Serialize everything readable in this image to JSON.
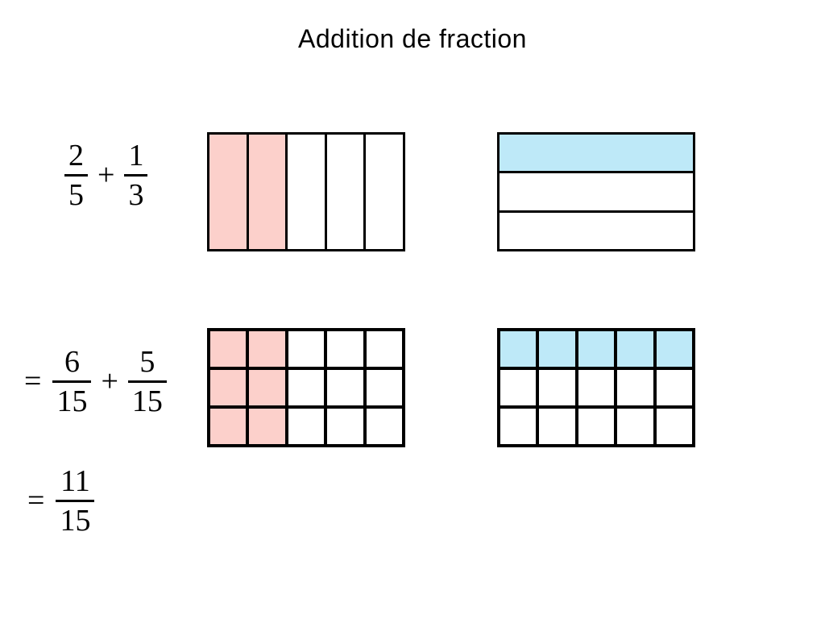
{
  "title": "Addition de fraction",
  "colors": {
    "shade_pink": "#fcd0cb",
    "shade_blue": "#bee9f8",
    "line": "#000000",
    "background": "#ffffff",
    "text": "#000000"
  },
  "expressions": {
    "step1": {
      "frac1": {
        "num": "2",
        "den": "5"
      },
      "operator": "+",
      "frac2": {
        "num": "1",
        "den": "3"
      }
    },
    "step2": {
      "equals": "=",
      "frac1": {
        "num": "6",
        "den": "15"
      },
      "operator": "+",
      "frac2": {
        "num": "5",
        "den": "15"
      }
    },
    "step3": {
      "equals": "=",
      "frac": {
        "num": "11",
        "den": "15"
      }
    }
  },
  "diagrams": [
    {
      "name": "two-fifths-vertical-strips",
      "rows": 1,
      "cols": 5,
      "shaded_cols": 2,
      "shaded_rows": 0,
      "fill": "#fcd0cb"
    },
    {
      "name": "one-third-horizontal-strips",
      "rows": 3,
      "cols": 1,
      "shaded_cols": 0,
      "shaded_rows": 1,
      "fill": "#bee9f8"
    },
    {
      "name": "six-fifteenths-grid",
      "rows": 3,
      "cols": 5,
      "shaded_cols": 2,
      "shaded_rows": 0,
      "fill": "#fcd0cb"
    },
    {
      "name": "five-fifteenths-grid",
      "rows": 3,
      "cols": 5,
      "shaded_cols": 0,
      "shaded_rows": 1,
      "fill": "#bee9f8"
    }
  ]
}
